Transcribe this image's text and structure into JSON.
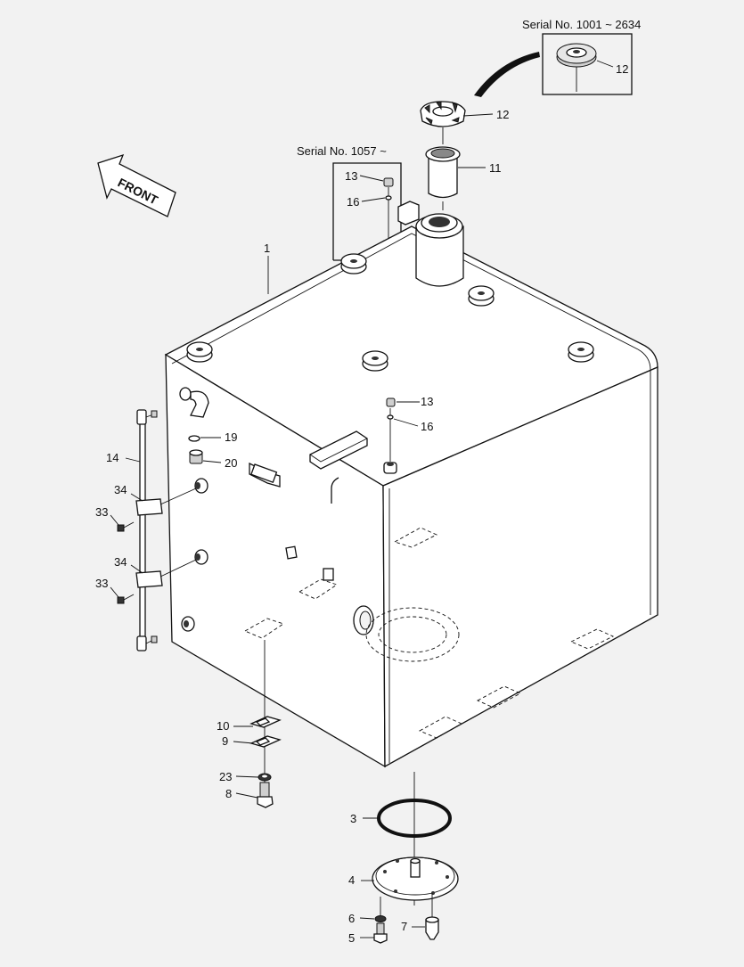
{
  "serial_labels": {
    "top": "Serial No. 1001 ~ 2634",
    "middle": "Serial No. 1057 ~"
  },
  "front_arrow": "FRONT",
  "callouts": {
    "p1": "1",
    "p3": "3",
    "p4": "4",
    "p5": "5",
    "p6": "6",
    "p7": "7",
    "p8": "8",
    "p9": "9",
    "p10": "10",
    "p11": "11",
    "p12_inset": "12",
    "p12": "12",
    "p13_a": "13",
    "p13_b": "13",
    "p14": "14",
    "p16_a": "16",
    "p16_b": "16",
    "p19": "19",
    "p20": "20",
    "p23": "23",
    "p33_a": "33",
    "p33_b": "33",
    "p34_a": "34",
    "p34_b": "34"
  }
}
